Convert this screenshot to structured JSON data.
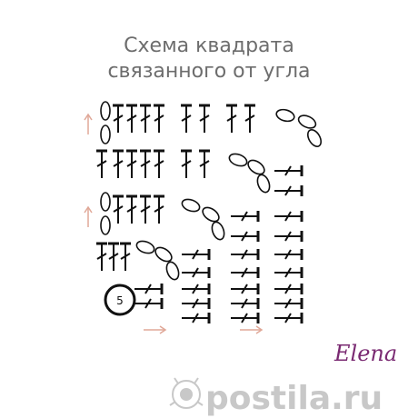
{
  "header": {
    "title_line1": "Схема квадрата",
    "title_line2": "связанного от угла"
  },
  "diagram": {
    "start_marker": "5",
    "colors": {
      "stitch": "#111111",
      "arrow": "#e0a898",
      "title": "#6d6d6d",
      "watermark": "#c8c8c8"
    }
  },
  "branding": {
    "author_name": "Elena",
    "watermark_text": "postila.ru"
  }
}
